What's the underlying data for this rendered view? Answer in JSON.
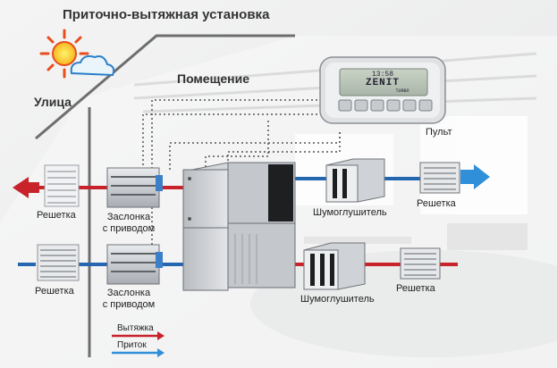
{
  "title": "Приточно-вытяжная установка",
  "zones": {
    "outside": "Улица",
    "room": "Помещение"
  },
  "controller": {
    "label": "Пульт",
    "screen_time": "13:58",
    "screen_brand": "ZENIT",
    "screen_sub": "TURBO"
  },
  "components": {
    "grille_top_left": "Решетка",
    "grille_bottom_left": "Решетка",
    "damper_top": [
      "Заслонка",
      "с приводом"
    ],
    "damper_bottom": [
      "Заслонка",
      "с приводом"
    ],
    "silencer_top": "Шумоглушитель",
    "silencer_bottom": "Шумоглушитель",
    "grille_top_right": "Решетка",
    "grille_bottom_right": "Решетка"
  },
  "legend": {
    "exhaust": "Вытяжка",
    "supply": "Приток"
  },
  "colors": {
    "exhaust": "#c8232a",
    "supply": "#2566b0",
    "outflow_arrow": "#2f8fd8",
    "control_line": "#555555"
  },
  "icons": [
    "sun-cloud-icon"
  ]
}
